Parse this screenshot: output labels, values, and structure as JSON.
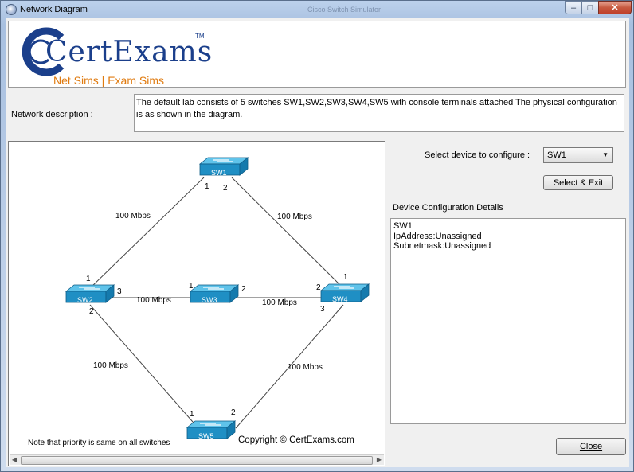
{
  "window": {
    "title": "Network Diagram",
    "ghost_title": "Cisco Switch Simulator",
    "min_label": "–",
    "max_label": "□",
    "close_label": "✕"
  },
  "logo": {
    "brand": "CertExams",
    "tm": "TM",
    "tagline": "Net Sims | Exam Sims"
  },
  "description": {
    "label": "Network description :",
    "text": "The default lab consists of 5 switches SW1,SW2,SW3,SW4,SW5 with console terminals attached The physical configuration is as shown in the diagram."
  },
  "diagram": {
    "switches": [
      "SW1",
      "SW2",
      "SW3",
      "SW4",
      "SW5"
    ],
    "links": [
      {
        "speed": "100 Mbps",
        "from_port": "1",
        "to_port": "1"
      },
      {
        "speed": "100 Mbps",
        "from_port": "2",
        "to_port": "1"
      },
      {
        "speed": "100 Mbps",
        "from_port": "3",
        "to_port": "1"
      },
      {
        "speed": "100 Mbps",
        "from_port": "2",
        "to_port": "2"
      },
      {
        "speed": "100 Mbps",
        "from_port": "2",
        "to_port": "1"
      },
      {
        "speed": "100 Mbps",
        "from_port": "3",
        "to_port": "2"
      }
    ],
    "note": "Note that priority is same on all switches",
    "copyright": "Copyright © CertExams.com"
  },
  "controls": {
    "select_label": "Select device to configure :",
    "selected_device": "SW1",
    "select_exit_label": "Select & Exit",
    "config_label": "Device Configuration Details",
    "config_lines": [
      "SW1",
      "IpAddress:Unassigned",
      "Subnetmask:Unassigned"
    ],
    "close_label": "Close"
  },
  "colors": {
    "brand_blue": "#1b3f8b",
    "brand_orange": "#e07b10",
    "switch_blue": "#1f8fc4"
  }
}
